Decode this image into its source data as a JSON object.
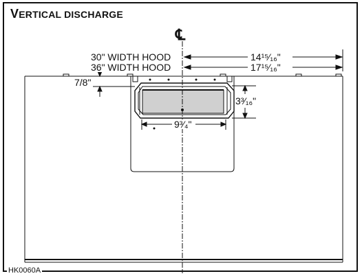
{
  "title": {
    "first": "V",
    "rest": "ERTICAL DISCHARGE"
  },
  "centerline_symbol": "℄",
  "hood_30": {
    "label": "30\" WIDTH HOOD",
    "dimension": "14¹⁵⁄₁₆\""
  },
  "hood_36": {
    "label": "36\" WIDTH HOOD",
    "dimension": "17¹⁵⁄₁₆\""
  },
  "dim_top_offset": "7/8\"",
  "dim_height": "3³⁄₁₆\"",
  "dim_width": "9³⁄₄\"",
  "drawing_code": "HK0060A"
}
